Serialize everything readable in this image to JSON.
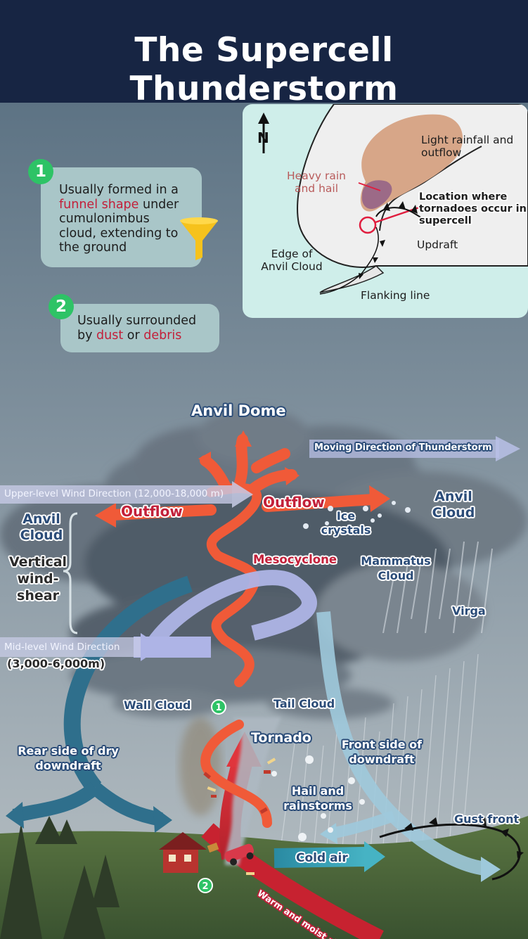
{
  "header": {
    "title": "The Supercell Thunderstorm"
  },
  "cards": [
    {
      "number": "1",
      "pre": "Usually formed in a ",
      "highlight": "funnel shape",
      "post": " under cumulonimbus cloud, extending to the ground",
      "icon": "funnel-icon"
    },
    {
      "number": "2",
      "pre": "Usually surrounded by ",
      "highlight1": "dust",
      "mid": " or ",
      "highlight2": "debris"
    }
  ],
  "map": {
    "north": "N",
    "light_rain": "Light rainfall and outflow",
    "heavy_rain": "Heavy rain and hail",
    "tornado_location": "Location where tornadoes occur in supercell",
    "updraft": "Updraft",
    "edge": "Edge of Anvil Cloud",
    "flanking": "Flanking line"
  },
  "diagram": {
    "anvil_dome": "Anvil Dome",
    "moving_direction": "Moving Direction of Thunderstorm",
    "upper_wind": "Upper-level Wind Direction (12,000-18,000 m)",
    "outflow_left": "Outflow",
    "outflow_right": "Outflow",
    "anvil_cloud_left": "Anvil Cloud",
    "anvil_cloud_right": "Anvil Cloud",
    "ice_crystals": "Ice crystals",
    "vertical_shear": "Vertical wind-shear",
    "mesocyclone": "Mesocyclone",
    "mammatus": "Mammatus Cloud",
    "virga": "Virga",
    "mid_wind": "Mid-level Wind Direction",
    "mid_wind_range": "(3,000-6,000m)",
    "wall_cloud": "Wall Cloud",
    "tail_cloud": "Tail Cloud",
    "tornado": "Tornado",
    "rear_downdraft": "Rear side of dry downdraft",
    "front_downdraft": "Front side of downdraft",
    "hail": "Hail and rainstorms",
    "gust_front": "Gust front",
    "cold_air": "Cold air",
    "warm_air": "Warm and moist air",
    "marker1": "1",
    "marker2": "2"
  },
  "colors": {
    "header_bg": "#172543",
    "sky": "#5f7585",
    "card_bg": "#a9c6c8",
    "marker_green": "#2ec366",
    "highlight_red": "#c3203a",
    "outflow_orange": "#f05a38",
    "wind_lavender": "#aeb4e6",
    "downdraft_teal": "#2f6f8c",
    "grass": "#4f6a3b"
  }
}
